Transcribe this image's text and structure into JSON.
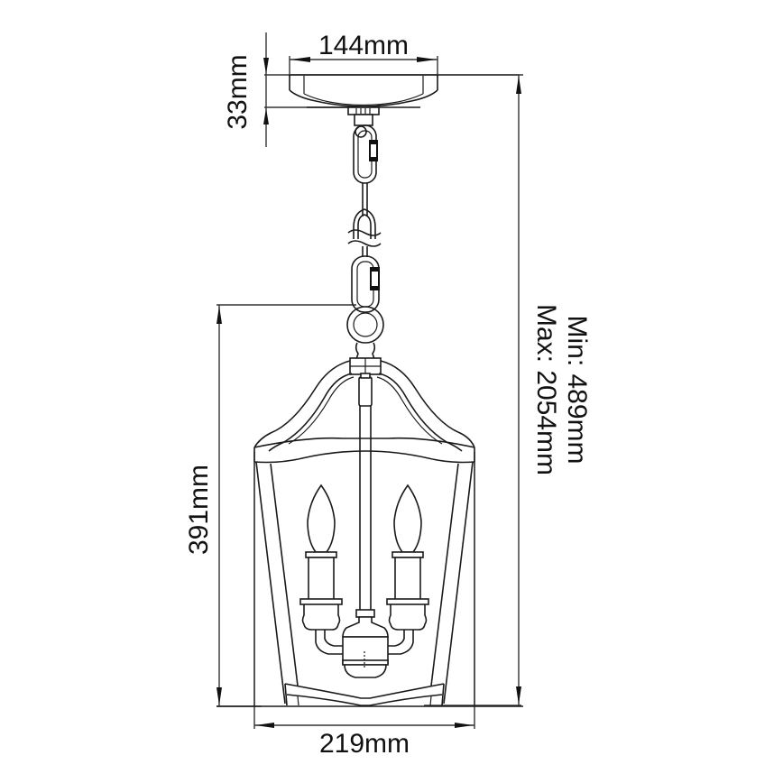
{
  "drawing": {
    "subject": "two-light chain-hung lantern pendant",
    "background": "#ffffff",
    "line_color": "#1a1a1a"
  },
  "dimensions": {
    "canopy_width": {
      "value": 144,
      "unit": "mm",
      "label": "144mm"
    },
    "canopy_height": {
      "value": 33,
      "unit": "mm",
      "label": "33mm"
    },
    "body_height": {
      "value": 391,
      "unit": "mm",
      "label": "391mm"
    },
    "body_width": {
      "value": 219,
      "unit": "mm",
      "label": "219mm"
    },
    "overall_height": {
      "min": {
        "value": 489,
        "unit": "mm",
        "label": "Min: 489mm"
      },
      "max": {
        "value": 2054,
        "unit": "mm",
        "label": "Max: 2054mm"
      }
    }
  },
  "components": [
    {
      "name": "ceiling-canopy"
    },
    {
      "name": "upper-carabiner-clip"
    },
    {
      "name": "chain-with-break-symbol"
    },
    {
      "name": "lower-carabiner-clip"
    },
    {
      "name": "hanging-ring-loop"
    },
    {
      "name": "arched-lantern-top"
    },
    {
      "name": "center-rod"
    },
    {
      "name": "candle-bulb-left"
    },
    {
      "name": "candle-bulb-right"
    },
    {
      "name": "candle-arm-cluster"
    },
    {
      "name": "tapered-lantern-frame"
    }
  ]
}
